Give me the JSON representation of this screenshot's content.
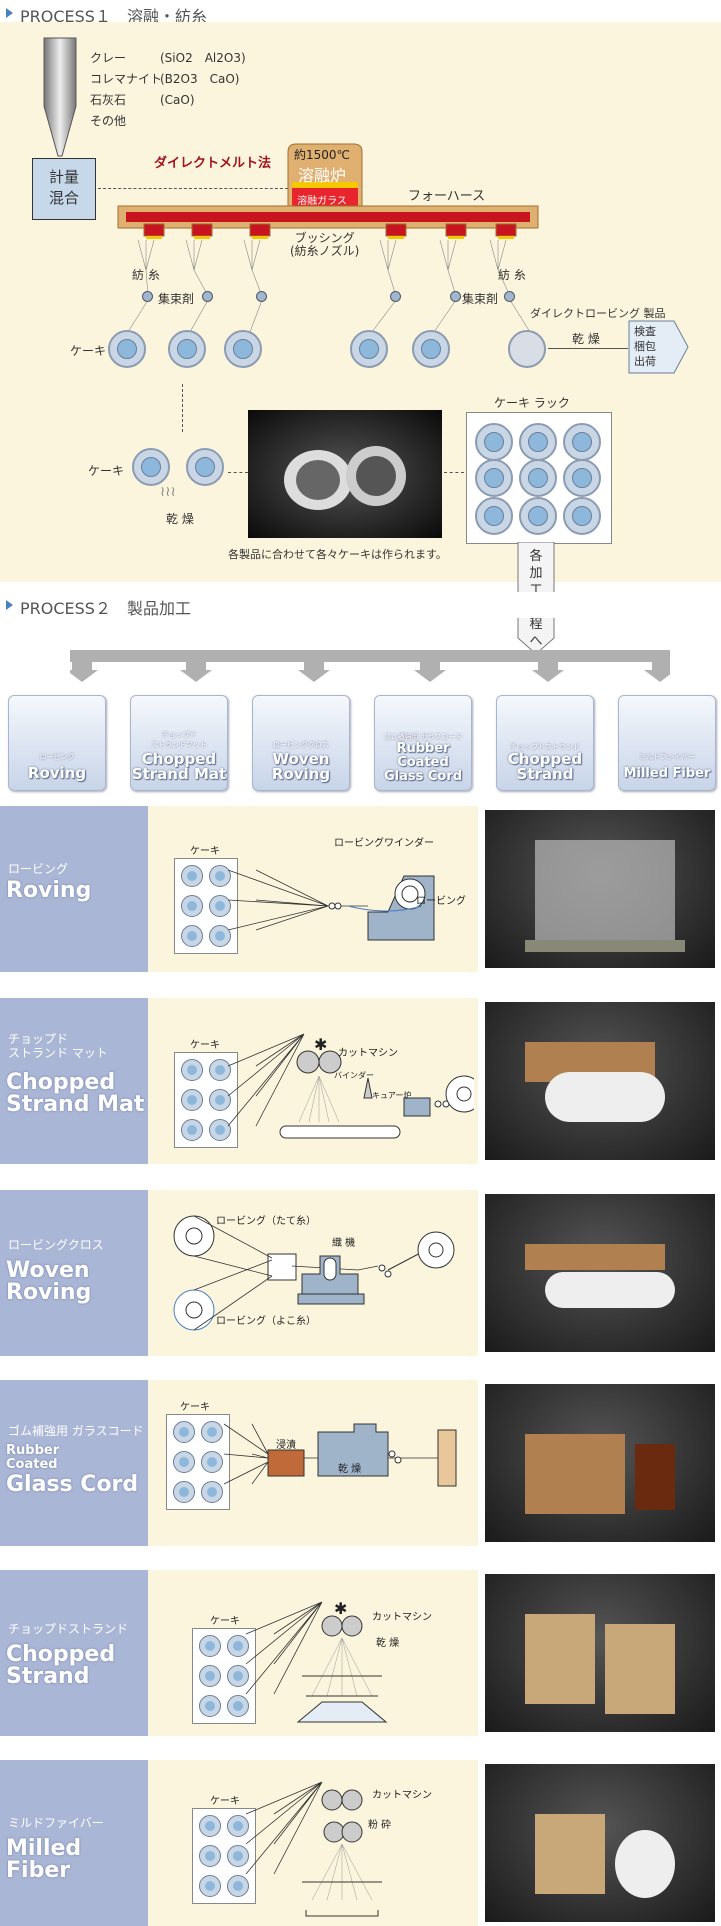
{
  "process1": {
    "title": "PROCESS１　溶融・紡糸",
    "materials": [
      {
        "name": "クレー",
        "formula": "(SiO2　Al2O3)"
      },
      {
        "name": "コレマナイト",
        "formula": "(B2O3　CaO)"
      },
      {
        "name": "石灰石",
        "formula": "(CaO)"
      },
      {
        "name": "その他",
        "formula": ""
      }
    ],
    "mixing": "計量\n混合",
    "direct_melt": "ダイレクトメルト法",
    "furnace_temp": "約1500℃",
    "furnace": "溶融炉",
    "molten_glass": "溶融ガラス",
    "forehearth": "フォーハース",
    "bushing": "ブッシング\n(紡糸ノズル)",
    "spinning_left": "紡 糸",
    "spinning_right": "紡 糸",
    "binder_left": "集束剤",
    "binder_right": "集束剤",
    "direct_roving": "ダイレクトロービング 製品",
    "drying_right": "乾 燥",
    "inspection": "検査\n梱包\n出荷",
    "cake_top": "ケーキ",
    "cake_bottom": "ケーキ",
    "drying_bottom": "乾 燥",
    "cake_rack": "ケーキ ラック",
    "caption": "各製品に合わせて各々ケーキは作られます。",
    "to_processing": "各加工　工程へ"
  },
  "process2": {
    "title": "PROCESS２　製品加工",
    "products": [
      {
        "jp": "ロービング",
        "en": "Roving"
      },
      {
        "jp": "チョップド\nストランドマット",
        "en": "Chopped\nStrand Mat"
      },
      {
        "jp": "ロービングクロス",
        "en": "Woven\nRoving"
      },
      {
        "jp": "ゴム補強用 ガラスコード",
        "en": "Rubber\nCoated\nGlass Cord"
      },
      {
        "jp": "チョップドストランド",
        "en": "Chopped\nStrand"
      },
      {
        "jp": "ミルドファイバー",
        "en": "Milled Fiber"
      }
    ]
  },
  "sections": [
    {
      "jp": "ロービング",
      "en": "Roving",
      "labels": {
        "cake": "ケーキ",
        "winder": "ロービングワインダー",
        "out": "ロービング"
      }
    },
    {
      "jp": "チョップド\nストランド マット",
      "en": "Chopped\nStrand Mat",
      "labels": {
        "cake": "ケーキ",
        "cutter": "カットマシン",
        "binder": "バインダー",
        "cure": "キュアー炉"
      }
    },
    {
      "jp": "ロービングクロス",
      "en": "Woven\nRoving",
      "labels": {
        "warp": "ロービング（たて糸）",
        "loom": "織 機",
        "weft": "ロービング（よこ糸）"
      }
    },
    {
      "jp": "ゴム補強用 ガラスコード",
      "en": "Rubber\nCoated",
      "en2": "Glass Cord",
      "labels": {
        "cake": "ケーキ",
        "dip": "浸漬",
        "dry": "乾 燥"
      }
    },
    {
      "jp": "チョップドストランド",
      "en": "Chopped\nStrand",
      "labels": {
        "cake": "ケーキ",
        "cutter": "カットマシン",
        "dry": "乾 燥"
      }
    },
    {
      "jp": "ミルドファイバー",
      "en": "Milled\nFiber",
      "labels": {
        "cake": "ケーキ",
        "cutter": "カットマシン",
        "crush": "粉 砕"
      }
    }
  ],
  "colors": {
    "cream": "#fcf5dd",
    "side": "#aab6d6",
    "furnace_red": "#c8141e",
    "forehearth": "#e0b070",
    "accent": "#4a7fc4"
  }
}
